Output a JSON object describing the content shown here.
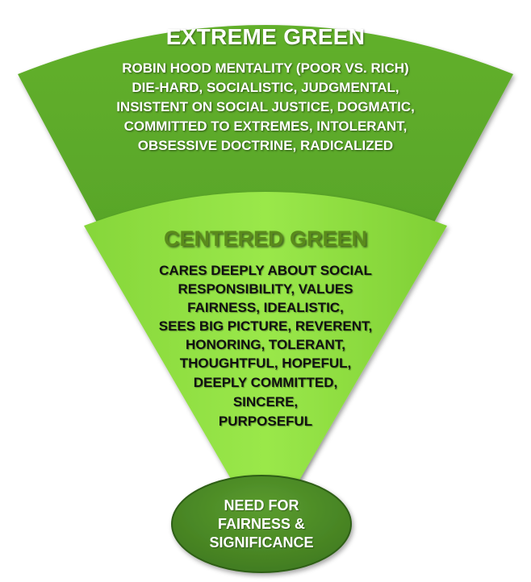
{
  "outer_segment": {
    "title": "EXTREME GREEN",
    "lines": [
      "ROBIN HOOD MENTALITY (POOR VS. RICH)",
      "DIE-HARD, SOCIALISTIC, JUDGMENTAL,",
      "INSISTENT ON SOCIAL JUSTICE, DOGMATIC,",
      "COMMITTED TO EXTREMES, INTOLERANT,",
      "OBSESSIVE DOCTRINE,  RADICALIZED"
    ],
    "color": "#55a22a"
  },
  "inner_segment": {
    "title": "CENTERED GREEN",
    "lines": [
      "CARES DEEPLY ABOUT SOCIAL",
      "RESPONSIBILITY, VALUES",
      "FAIRNESS, IDEALISTIC,",
      "SEES BIG PICTURE, REVERENT,",
      "HONORING, TOLERANT,",
      "THOUGHTFUL, HOPEFUL,",
      "DEEPLY COMMITTED,",
      "SINCERE,",
      "PURPOSEFUL"
    ],
    "color": "#8fe13a"
  },
  "core": {
    "lines": [
      "NEED FOR",
      "FAIRNESS &",
      "SIGNIFICANCE"
    ],
    "color": "#4e8c28"
  }
}
